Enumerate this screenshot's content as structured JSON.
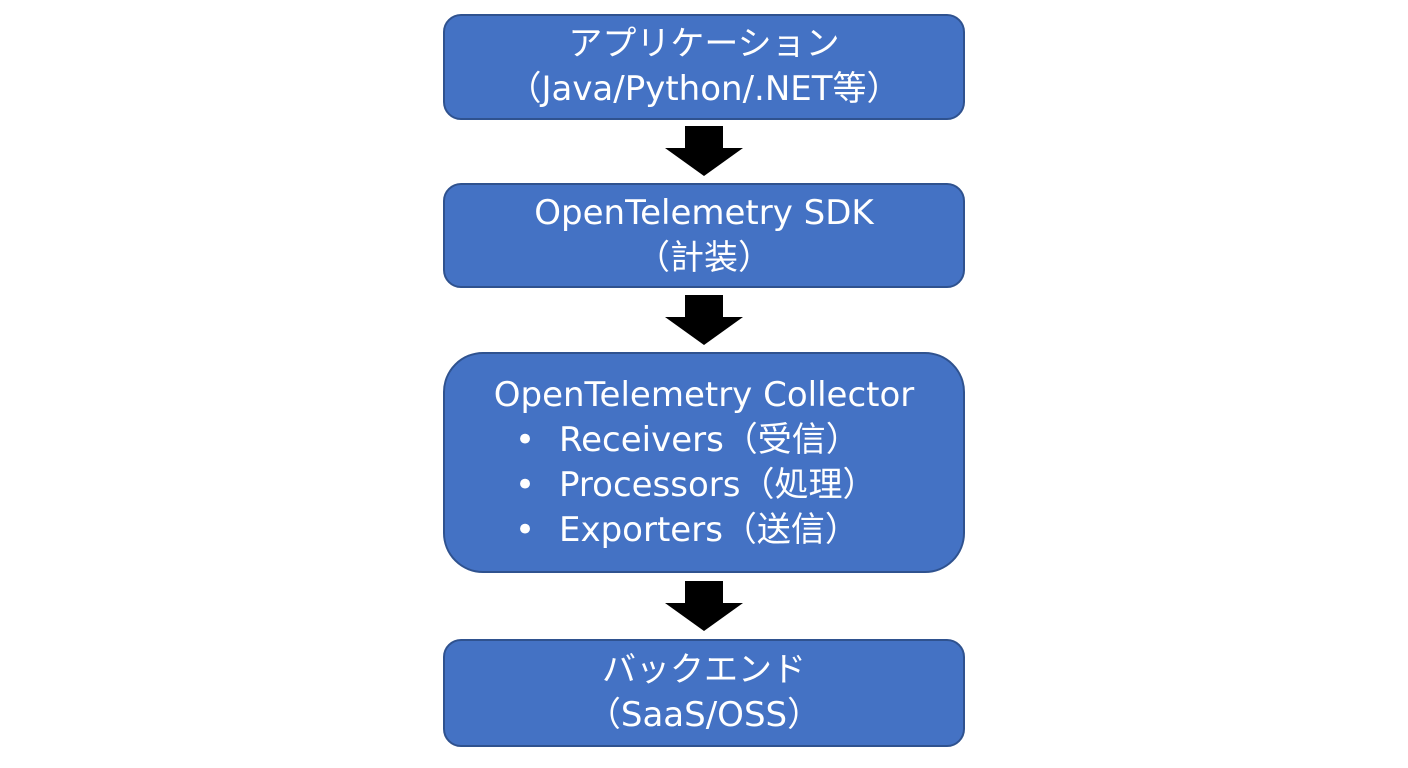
{
  "boxes": {
    "application": {
      "line1": "アプリケーション",
      "line2": "（Java/Python/.NET等）"
    },
    "sdk": {
      "line1": "OpenTelemetry SDK",
      "line2": "（計装）"
    },
    "collector": {
      "title": "OpenTelemetry Collector",
      "bullet_symbol": "•",
      "items": [
        {
          "label": "Receivers（受信）"
        },
        {
          "label": "Processors（処理）"
        },
        {
          "label": "Exporters（送信）"
        }
      ]
    },
    "backend": {
      "line1": "バックエンド",
      "line2": "（SaaS/OSS）"
    }
  },
  "colors": {
    "box_fill": "#4472c4",
    "box_border": "#2f528f",
    "text": "#ffffff",
    "arrow": "#000000"
  },
  "icons": {
    "arrow": "down-arrow-icon"
  }
}
